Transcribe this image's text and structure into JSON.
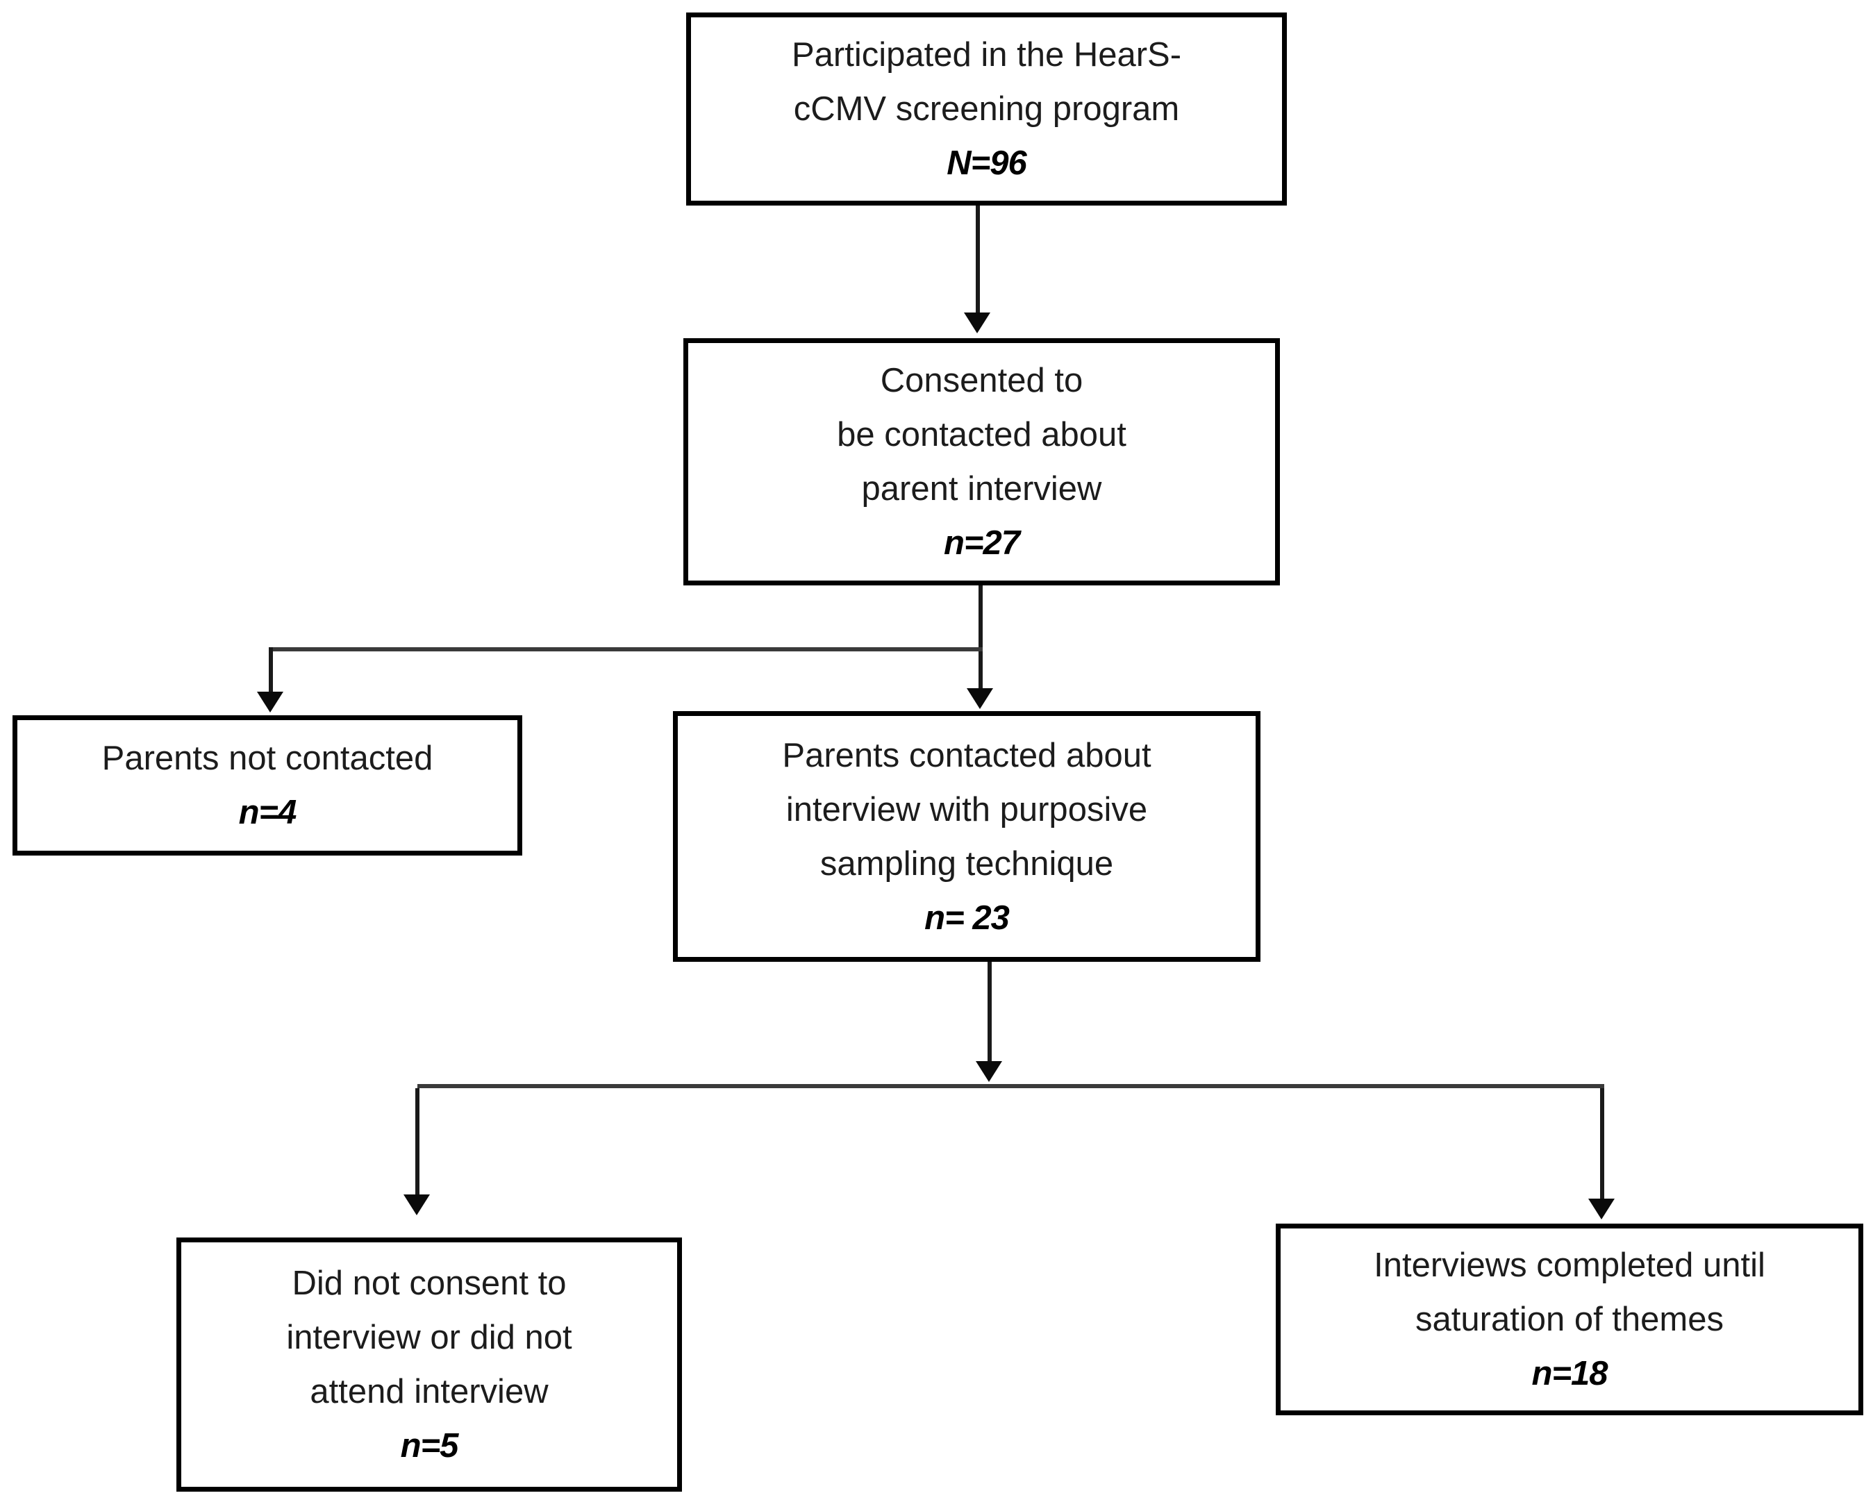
{
  "diagram": {
    "type": "flowchart",
    "background_color": "#ffffff",
    "box_border_color": "#000000",
    "connector_color": "#3a3a3a",
    "text_color": "#1c1c1c",
    "nodes": {
      "screening": {
        "lines": [
          "Participated in the HearS-",
          "cCMV screening program"
        ],
        "count": "N=96"
      },
      "consented": {
        "lines": [
          "Consented to",
          "be contacted about",
          "parent interview"
        ],
        "count": "n=27"
      },
      "not_contacted": {
        "lines": [
          "Parents not contacted"
        ],
        "count": "n=4"
      },
      "contacted": {
        "lines": [
          "Parents contacted about",
          "interview with purposive",
          "sampling technique"
        ],
        "count": "n= 23"
      },
      "not_consented": {
        "lines": [
          "Did not consent to",
          "interview or did not",
          "attend interview"
        ],
        "count": "n=5"
      },
      "completed": {
        "lines": [
          "Interviews completed until",
          "saturation of themes"
        ],
        "count": "n=18"
      }
    }
  }
}
